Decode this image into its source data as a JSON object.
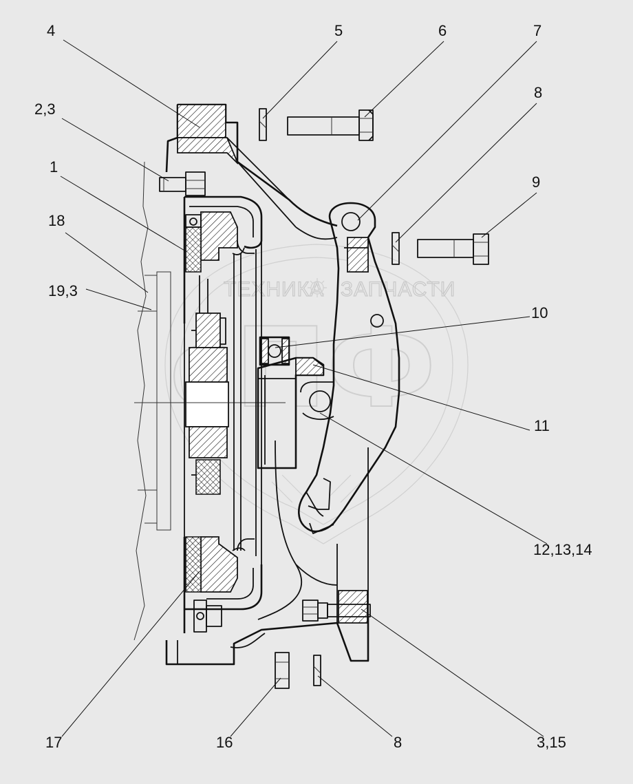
{
  "watermark": {
    "brand_left": "ТЕХНИКА",
    "brand_right": "ЗАПЧАСТИ",
    "monogram": "сПФ",
    "gear_icon": "gear-icon"
  },
  "callouts": [
    {
      "id": "c-4",
      "text": "4"
    },
    {
      "id": "c-5",
      "text": "5"
    },
    {
      "id": "c-6",
      "text": "6"
    },
    {
      "id": "c-7",
      "text": "7"
    },
    {
      "id": "c-8a",
      "text": "8"
    },
    {
      "id": "c-2-3",
      "text": "2,3"
    },
    {
      "id": "c-9",
      "text": "9"
    },
    {
      "id": "c-1",
      "text": "1"
    },
    {
      "id": "c-18",
      "text": "18"
    },
    {
      "id": "c-19-3",
      "text": "19,3"
    },
    {
      "id": "c-10",
      "text": "10"
    },
    {
      "id": "c-11",
      "text": "11"
    },
    {
      "id": "c-12-13-14",
      "text": "12,13,14"
    },
    {
      "id": "c-17",
      "text": "17"
    },
    {
      "id": "c-16",
      "text": "16"
    },
    {
      "id": "c-8b",
      "text": "8"
    },
    {
      "id": "c-3-15",
      "text": "3,15"
    }
  ]
}
